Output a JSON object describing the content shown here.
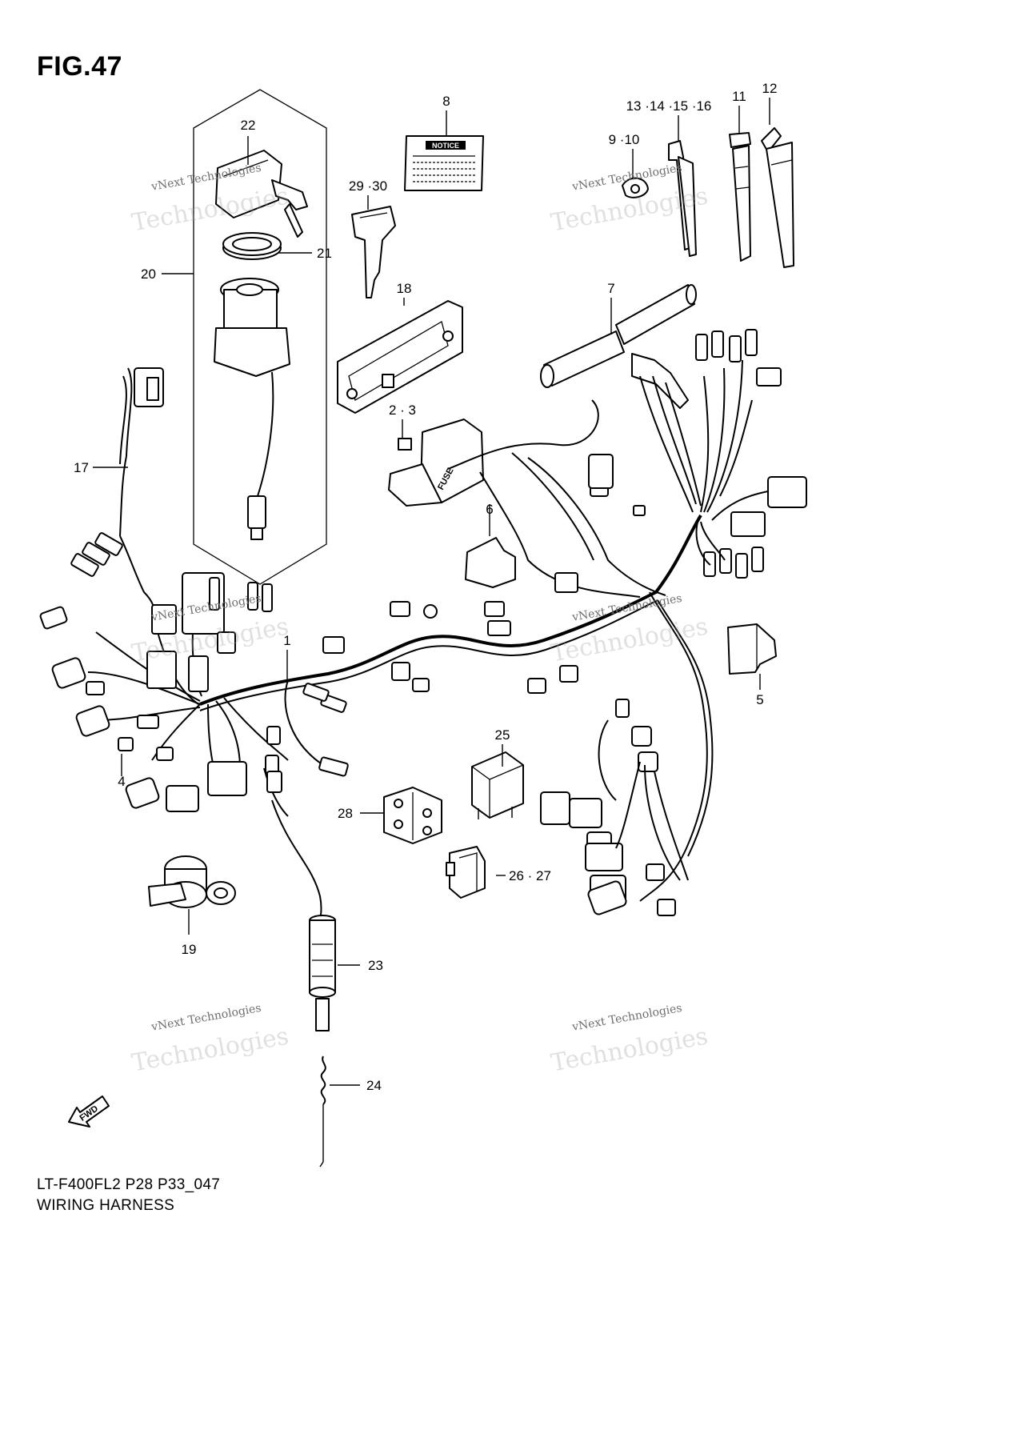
{
  "figure": {
    "title": "FIG.47",
    "model_code": "LT-F400FL2 P28 P33_047",
    "section_name": "WIRING HARNESS"
  },
  "watermark": {
    "small_text": "vNext Technologies",
    "large_text": "Technologies"
  },
  "fwd_label": "FWD",
  "notice_label_text": "NOTICE",
  "fuse_label_text": "FUSE",
  "callouts": {
    "c1": "1",
    "c2_3": "2 · 3",
    "c4": "4",
    "c5": "5",
    "c6": "6",
    "c7": "7",
    "c8": "8",
    "c9_10": "9 ·10",
    "c11": "11",
    "c12": "12",
    "c13_16": "13 ·14 ·15 ·16",
    "c17": "17",
    "c18": "18",
    "c19": "19",
    "c20": "20",
    "c21": "21",
    "c22": "22",
    "c23": "23",
    "c24": "24",
    "c25": "25",
    "c26_27": "26 · 27",
    "c28": "28",
    "c29_30": "29 ·30"
  }
}
